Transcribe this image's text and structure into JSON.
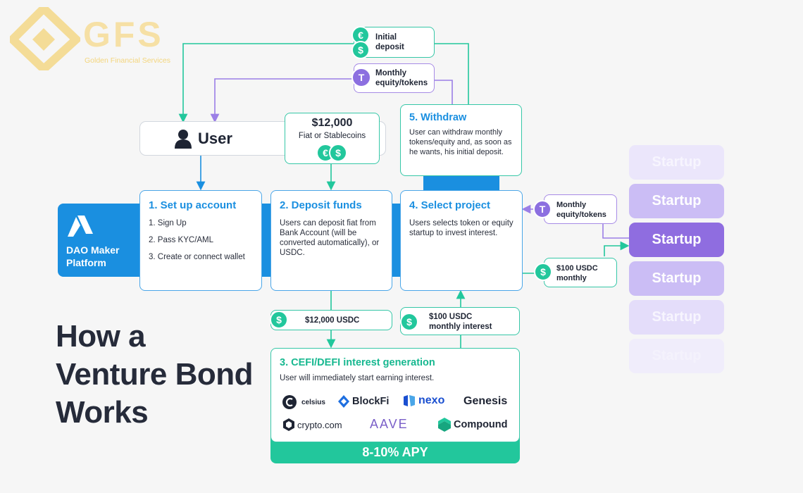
{
  "brand": {
    "name": "GFS",
    "tagline": "Golden Financial Services"
  },
  "user": {
    "label": "User"
  },
  "deposit_amount": {
    "amount": "$12,000",
    "sub": "Fiat or Stablecoins"
  },
  "initial_deposit": "Initial\ndeposit",
  "monthly_top": "Monthly\nequity/tokens",
  "withdraw": {
    "title": "5. Withdraw",
    "text": "User can withdraw monthly tokens/equity and, as soon as he wants, his initial deposit."
  },
  "platform": {
    "name": "DAO Maker\nPlatform"
  },
  "step1": {
    "title": "1. Set up account",
    "items": [
      "1. Sign Up",
      "2. Pass KYC/AML",
      "3. Create or connect wallet"
    ]
  },
  "step2": {
    "title": "2. Deposit funds",
    "text": "Users can deposit fiat from Bank Account (will be converted automatically), or USDC."
  },
  "step4": {
    "title": "4. Select project",
    "text": "Users selects token or equity startup to invest interest."
  },
  "monthly_right": "Monthly\nequity/tokens",
  "usdc_monthly": "$100 USDC\nmonthly",
  "usdc_12000": "$12,000 USDC",
  "usdc_interest": "$100 USDC\nmonthly interest",
  "step3": {
    "title": "3. CEFI/DEFI interest generation",
    "text": "User will immediately start earning interest.",
    "apy": "8-10% APY"
  },
  "partners": [
    "celsius",
    "BlockFi",
    "nexo",
    "Genesis",
    "crypto.com",
    "AAVE",
    "Compound"
  ],
  "headline": "How a\nVenture Bond\nWorks",
  "startups": [
    "Startup",
    "Startup",
    "Startup",
    "Startup",
    "Startup",
    "Startup"
  ],
  "icons": {
    "user": "user-icon",
    "euro": "€",
    "dollar": "$",
    "tether": "T"
  },
  "colors": {
    "green": "#22c79c",
    "blue": "#1a8fe0",
    "purple": "#8c6fe0",
    "dark": "#1e2433"
  }
}
